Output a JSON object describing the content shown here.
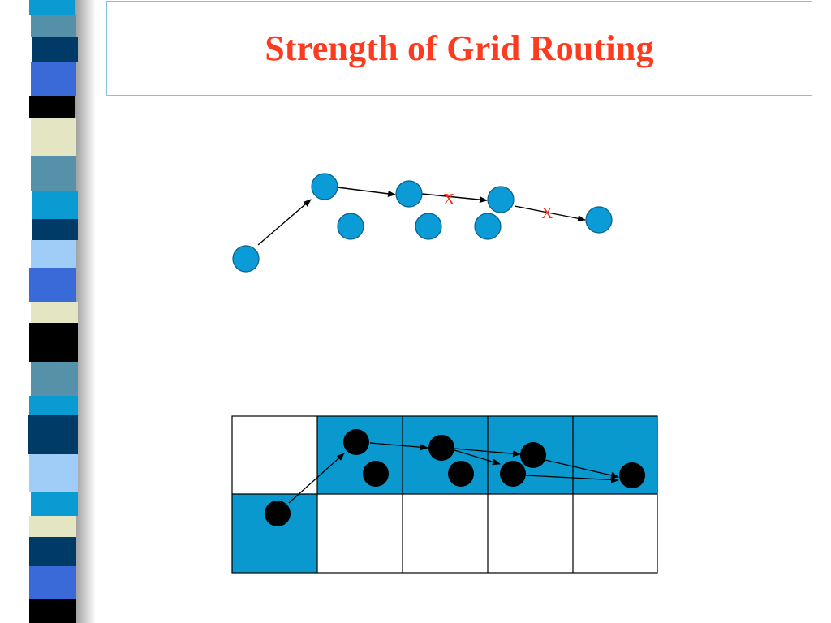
{
  "slide": {
    "title": "Strength of Grid Routing"
  },
  "diagram": {
    "blocked_marks": [
      "X",
      "X"
    ],
    "colors": {
      "title": "#ff3b1f",
      "node_fill": "#0b9bd6",
      "grid_cell_fill": "#0a99cf",
      "grid_node": "#000000",
      "blocked_mark": "#ff2a1a"
    }
  }
}
